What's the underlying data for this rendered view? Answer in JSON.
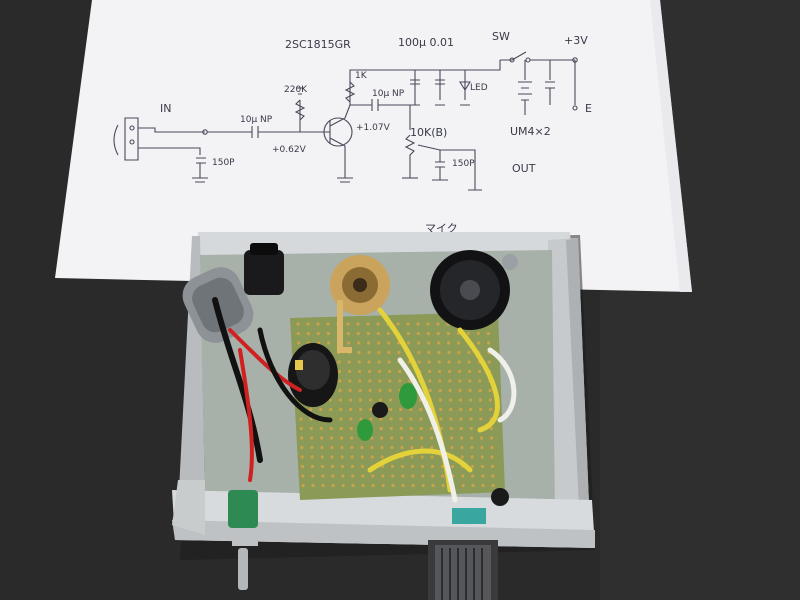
{
  "schematic": {
    "transistor": "2SC1815GR",
    "cap_100u_01u": "100μ  0.01",
    "switch": "SW",
    "supply": "+3V",
    "label_1k": "1K",
    "label_220k": "220K",
    "label_10u_np": "10μ NP",
    "label_10u_np_left": "10μ NP",
    "label_in": "IN",
    "voltage_base": "+0.62V",
    "voltage_collector": "+1.07V",
    "label_10k_b": "10K(B)",
    "label_150p": "150P",
    "label_150p_right": "150P",
    "label_led": "LED",
    "label_battery": "UM4×2",
    "label_e": "E",
    "label_out": "OUT",
    "label_title": "マイク"
  },
  "colors": {
    "background": "#2a2a2b",
    "paper": "#f3f3f6",
    "enclosure": "#c4c7c9",
    "pcb": "#8c9a57",
    "wire_yellow": "#e3d23a",
    "wire_red": "#d02020",
    "wire_white": "#f0f0ea"
  }
}
